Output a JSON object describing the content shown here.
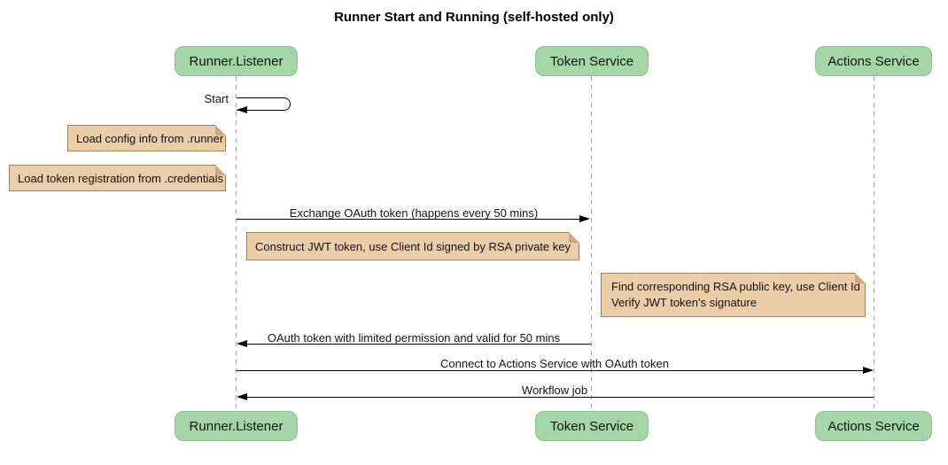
{
  "diagram": {
    "title": "Runner Start and Running (self-hosted only)",
    "type": "sequence"
  },
  "participants": [
    {
      "id": "runner-listener",
      "label": "Runner.Listener"
    },
    {
      "id": "token-service",
      "label": "Token Service"
    },
    {
      "id": "actions-service",
      "label": "Actions Service"
    }
  ],
  "messages": [
    {
      "label": "Start",
      "from": "Runner.Listener",
      "to": "Runner.Listener",
      "kind": "self"
    },
    {
      "label": "Exchange OAuth token (happens every 50 mins)",
      "from": "Runner.Listener",
      "to": "Token Service",
      "kind": "solid-arrow"
    },
    {
      "label": "OAuth token with limited permission and valid for 50 mins",
      "from": "Token Service",
      "to": "Runner.Listener",
      "kind": "solid-arrow"
    },
    {
      "label": "Connect to Actions Service with OAuth token",
      "from": "Runner.Listener",
      "to": "Actions Service",
      "kind": "solid-arrow"
    },
    {
      "label": "Workflow job",
      "from": "Actions Service",
      "to": "Runner.Listener",
      "kind": "solid-arrow"
    }
  ],
  "notes": [
    {
      "text": "Load config info from .runner",
      "position": "left of Runner.Listener"
    },
    {
      "text": "Load token registration from .credentials",
      "position": "left of Runner.Listener"
    },
    {
      "text": "Construct JWT token, use Client Id signed by RSA private key",
      "position": "over Runner.Listener / Token Service"
    },
    {
      "text": "Find corresponding RSA public key, use Client Id\nVerify JWT token's signature",
      "position": "over Token Service / Actions Service"
    }
  ],
  "colors": {
    "participant_fill": "#A5D6A7",
    "participant_border": "#8BBF8F",
    "note_fill": "#EACDA9",
    "note_border": "#9E8259",
    "note_fold": "#CBA87E",
    "lifeline": "#A6A6A6",
    "message_line": "#000000"
  }
}
